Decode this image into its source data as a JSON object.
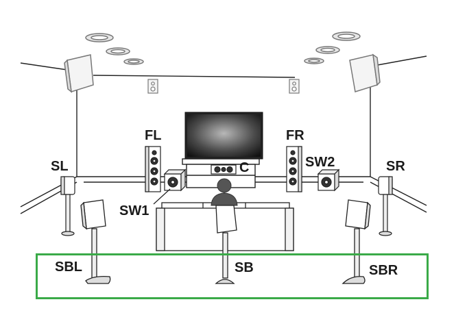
{
  "labels": {
    "fl": "FL",
    "fr": "FR",
    "c": "C",
    "sl": "SL",
    "sr": "SR",
    "sw1": "SW1",
    "sw2": "SW2",
    "sbl": "SBL",
    "sb": "SB",
    "sbr": "SBR"
  },
  "highlight_color": "#3aaa48"
}
